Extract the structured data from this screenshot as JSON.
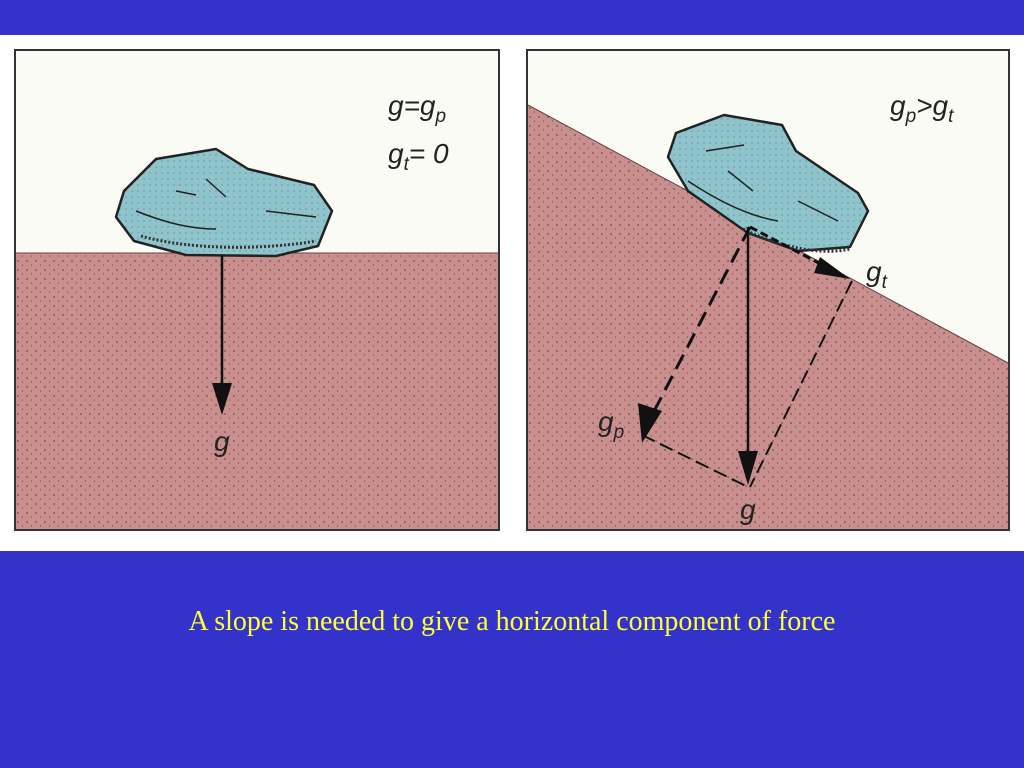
{
  "left_diagram": {
    "equation_1_main": "g=g",
    "equation_1_sub": "p",
    "equation_2_main": "g",
    "equation_2_sub": "t",
    "equation_2_rest": "= 0",
    "gravity_label": "g"
  },
  "right_diagram": {
    "comparison_a": "g",
    "comparison_a_sub": "p",
    "comparison_op": ">g",
    "comparison_b_sub": "t",
    "tangential_label": "g",
    "tangential_sub": "t",
    "perpendicular_label": "g",
    "perpendicular_sub": "p",
    "gravity_label": "g"
  },
  "caption": "A slope is needed to give a horizontal component of force",
  "colors": {
    "slide_background": "#3333cc",
    "ground": "#c98f8f",
    "rock": "#8fc4cc",
    "caption_text": "#ffff33"
  }
}
